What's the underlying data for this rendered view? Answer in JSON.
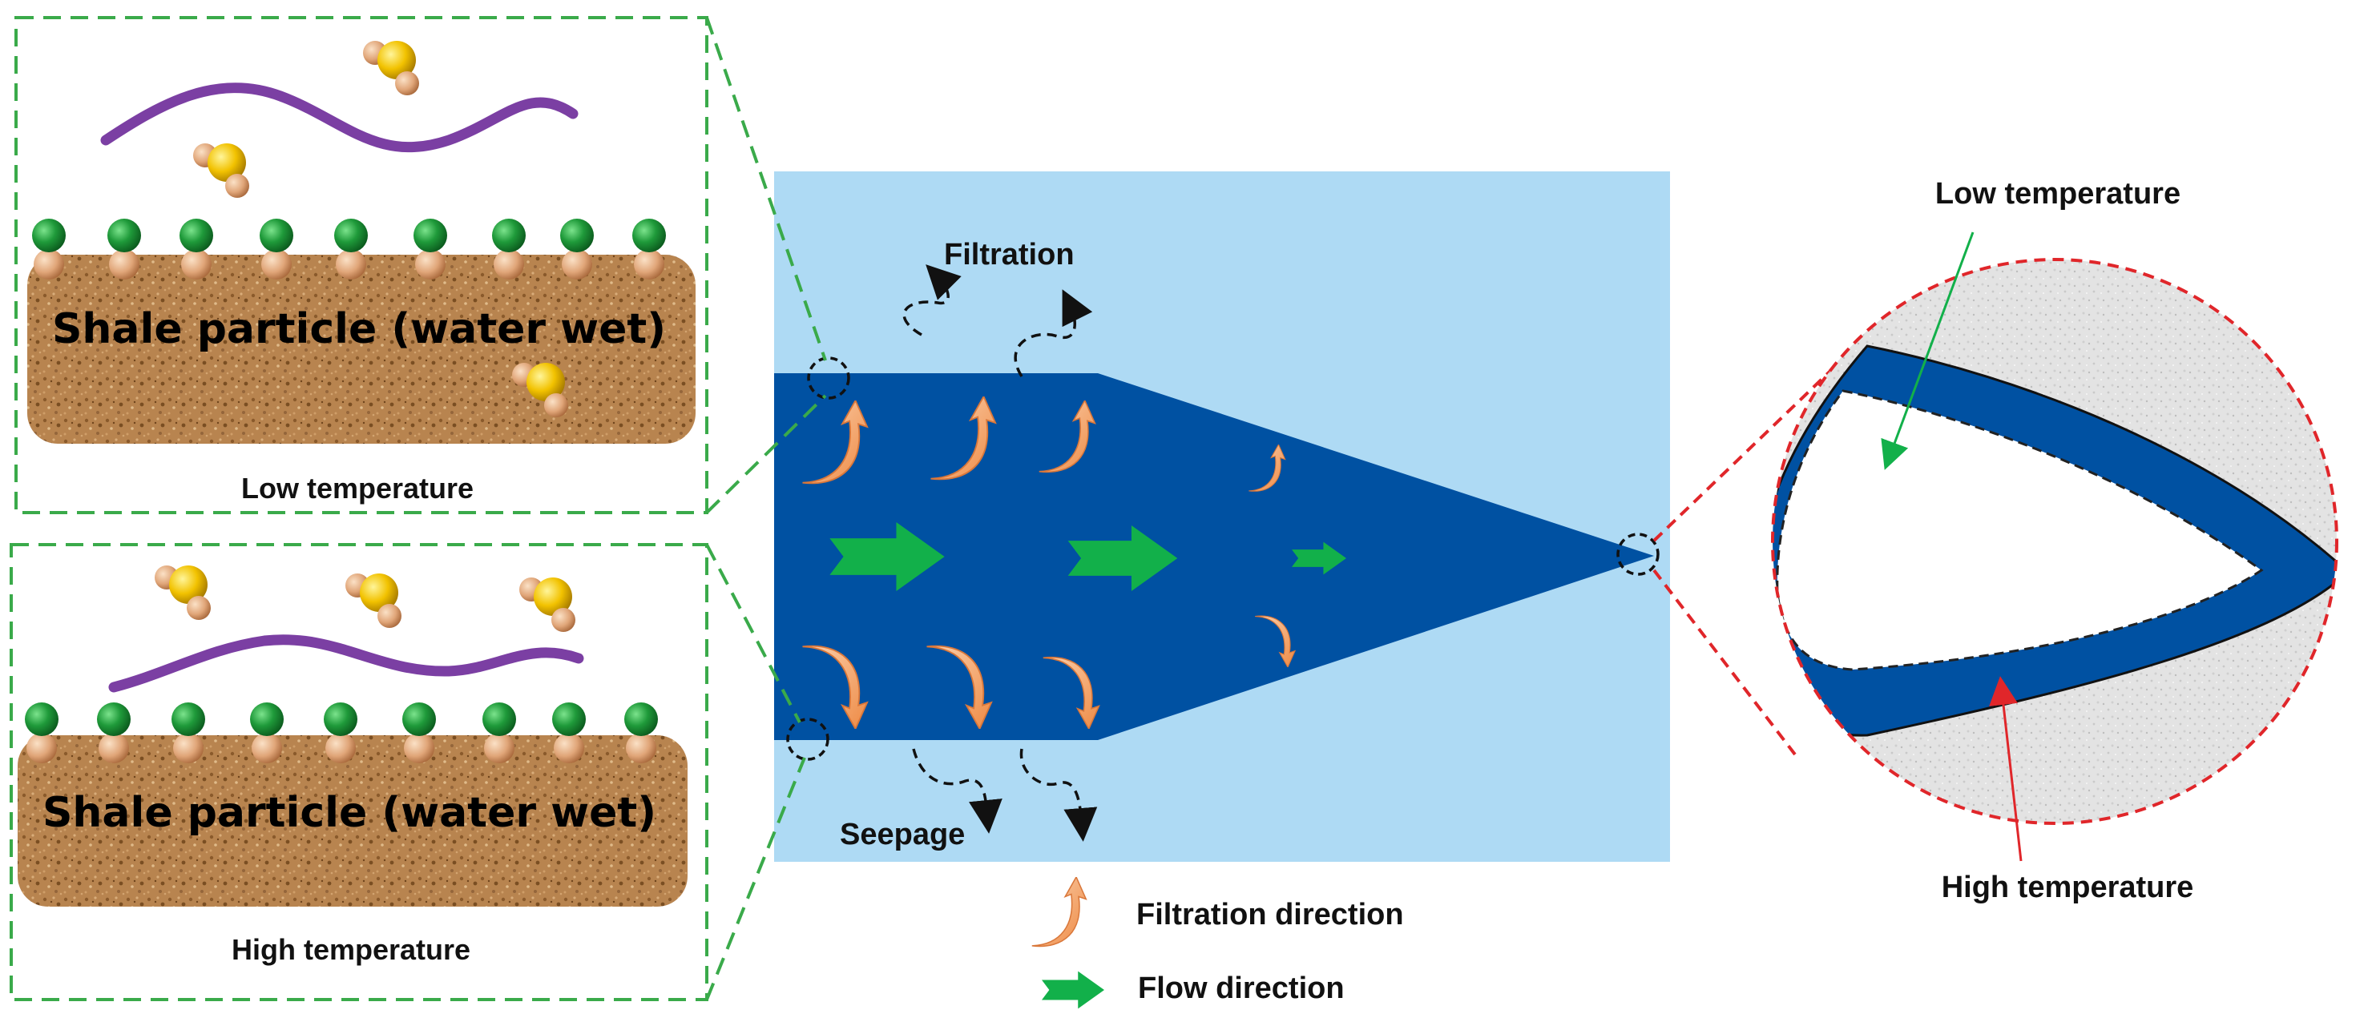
{
  "panels": {
    "top": {
      "particle_label": "Shale particle (water wet)",
      "caption": "Low temperature"
    },
    "bottom": {
      "particle_label": "Shale particle (water wet)",
      "caption": "High temperature"
    }
  },
  "fracture": {
    "filtration_label": "Filtration",
    "seepage_label": "Seepage"
  },
  "legend": {
    "filtration_direction": "Filtration direction",
    "flow_direction": "Flow direction"
  },
  "zoom": {
    "low_label": "Low temperature",
    "high_label": "High temperature"
  },
  "colors": {
    "fluid_light": "#aedaf4",
    "fluid_dark": "#0051a2",
    "arrow_orange": "#f39a5a",
    "arrow_green": "#12b04a",
    "particle_brown": "#b8844f",
    "polymer_purple": "#7b3fa3",
    "panel_border": "#3aaa4a",
    "zoom_border": "#e0262a"
  },
  "icons": [
    "green-bead-icon",
    "yellow-molecule-icon",
    "orange-curved-arrow-icon",
    "green-flow-arrow-icon"
  ]
}
